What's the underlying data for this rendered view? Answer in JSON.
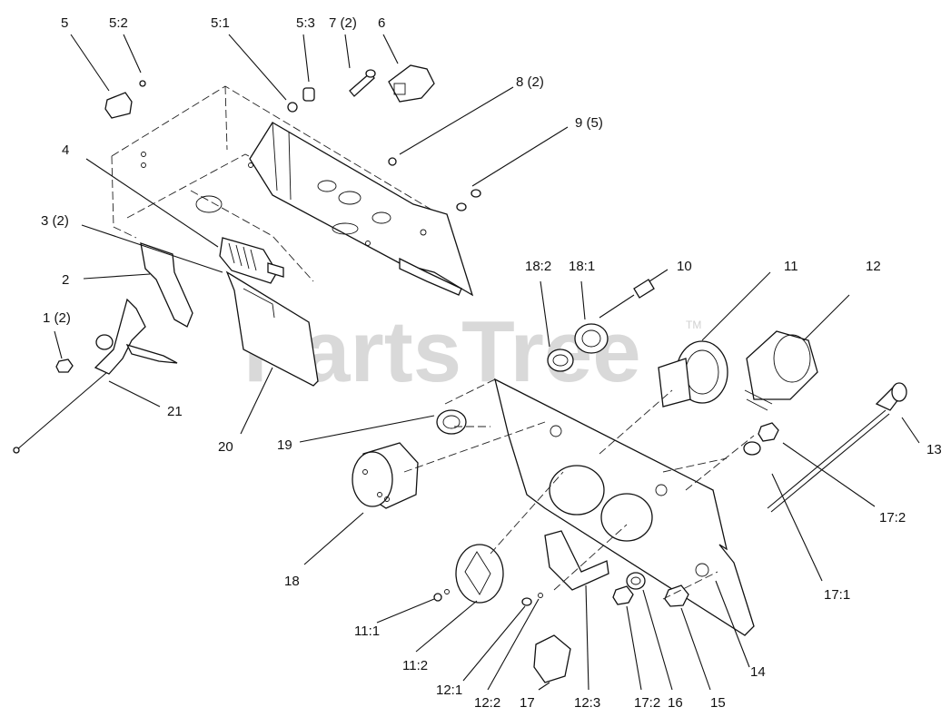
{
  "watermark": {
    "text": "PartsTree",
    "trademark": "TM"
  },
  "callouts": {
    "c5": "5",
    "c5_2": "5:2",
    "c5_1": "5:1",
    "c5_3": "5:3",
    "c7": "7 (2)",
    "c6": "6",
    "c8": "8 (2)",
    "c9": "9 (5)",
    "c4": "4",
    "c3": "3 (2)",
    "c2": "2",
    "c1": "1 (2)",
    "c21": "21",
    "c20": "20",
    "c10": "10",
    "c11": "11",
    "c12": "12",
    "c18_2": "18:2",
    "c18_1": "18:1",
    "c19": "19",
    "c18": "18",
    "c13": "13",
    "c17_2a": "17:2",
    "c17_1": "17:1",
    "c11_1": "11:1",
    "c11_2": "11:2",
    "c12_1": "12:1",
    "c12_2": "12:2",
    "c17": "17",
    "c12_3": "12:3",
    "c17_2b": "17:2",
    "c16": "16",
    "c15": "15",
    "c14": "14"
  }
}
